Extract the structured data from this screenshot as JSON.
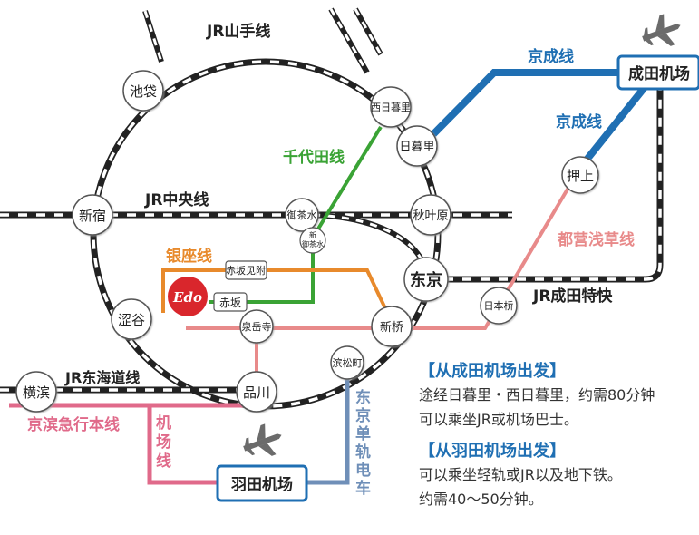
{
  "lines": {
    "yamanote": "JR山手线",
    "chuo": "JR中央线",
    "chiyoda": "千代田线",
    "ginza": "银座线",
    "keisei_top": "京成线",
    "keisei_mid": "京成线",
    "asakusa": "都营浅草线",
    "narita_express": "JR成田特快",
    "tokaido": "JR东海道线",
    "keikyu": "京滨急行本线",
    "airport_line": "机场线",
    "monorail": "东京单轨电车"
  },
  "stations": {
    "ikebukuro": "池袋",
    "nishinippori": "西日暮里",
    "nippori": "日暮里",
    "oshiage": "押上",
    "shinjuku": "新宿",
    "ochanomizu": "御茶水",
    "shin_ochanomizu": "新御茶水",
    "akihabara": "秋叶原",
    "akasaka_mitsuke": "赤坂见附",
    "akasaka": "赤坂",
    "tokyo": "东京",
    "nihonbashi": "日本桥",
    "shibuya": "涩谷",
    "sengakuji": "泉岳寺",
    "shimbashi": "新桥",
    "hamamatsucho": "滨松町",
    "yokohama": "横滨",
    "shinagawa": "品川"
  },
  "airports": {
    "narita": "成田机场",
    "haneda": "羽田机场"
  },
  "logo": "Edo",
  "info": {
    "narita_heading": "【从成田机场出发】",
    "narita_line1": "途经日暮里・西日暮里，约需80分钟",
    "narita_line2": "可以乘坐JR或机场巴士。",
    "haneda_heading": "【从羽田机场出发】",
    "haneda_line1": "可以乘坐轻轨或JR以及地下铁。",
    "haneda_line2": "约需40～50分钟。"
  },
  "colors": {
    "keisei": "#1f6fb3",
    "chiyoda": "#3aa335",
    "ginza": "#e88a2c",
    "asakusa": "#e88a8a",
    "keikyu": "#e06a8a",
    "monorail": "#6f8fb8",
    "logo": "#d9262c"
  }
}
